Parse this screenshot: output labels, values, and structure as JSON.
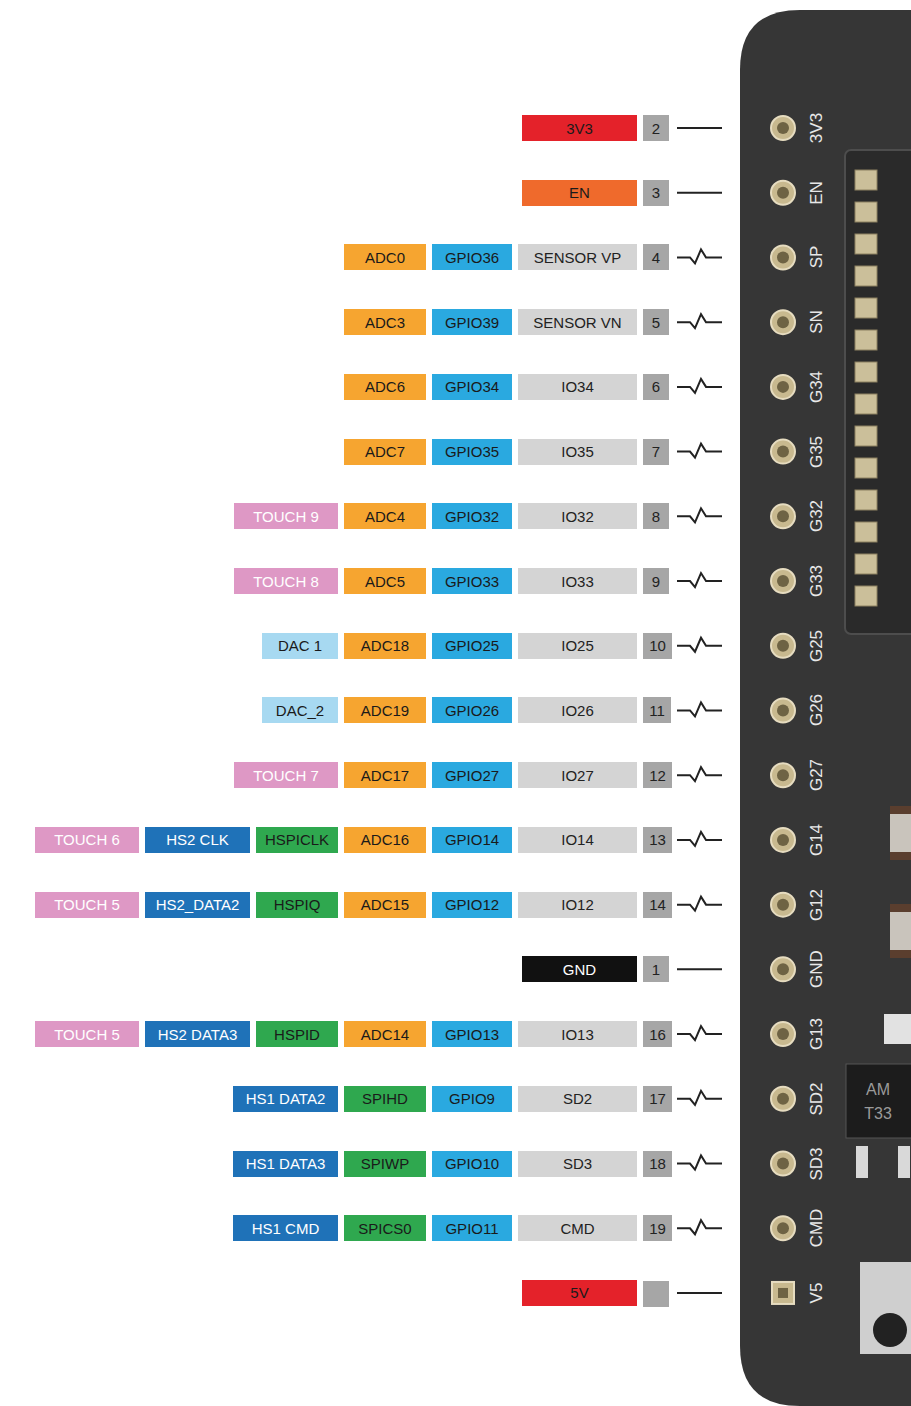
{
  "diagram": {
    "nodes": [
      {
        "text": [
          "3V3"
        ]
      },
      {
        "text": [
          "2"
        ]
      },
      {
        "text": [
          "EN"
        ]
      },
      {
        "text": [
          "3"
        ]
      },
      {
        "text": [
          "ADC0"
        ]
      },
      {
        "text": [
          "GPIO36"
        ]
      },
      {
        "text": [
          "SENSOR VP"
        ]
      },
      {
        "text": [
          "4"
        ]
      },
      {
        "text": [
          "ADC3"
        ]
      },
      {
        "text": [
          "GPIO39"
        ]
      },
      {
        "text": [
          "SENSOR VN"
        ]
      },
      {
        "text": [
          "5"
        ]
      },
      {
        "text": [
          "ADC6"
        ]
      },
      {
        "text": [
          "GPIO34"
        ]
      },
      {
        "text": [
          "IO34"
        ]
      },
      {
        "text": [
          "6"
        ]
      },
      {
        "text": [
          "ADC7"
        ]
      },
      {
        "text": [
          "GPIO35"
        ]
      },
      {
        "text": [
          "IO35"
        ]
      },
      {
        "text": [
          "7"
        ]
      },
      {
        "text": [
          "TOUCH 9"
        ]
      },
      {
        "text": [
          "ADC4"
        ]
      },
      {
        "text": [
          "GPIO32"
        ]
      },
      {
        "text": [
          "IO32"
        ]
      },
      {
        "text": [
          "8"
        ]
      },
      {
        "text": [
          "TOUCH 8"
        ]
      },
      {
        "text": [
          "ADC5"
        ]
      },
      {
        "text": [
          "GPIO33"
        ]
      },
      {
        "text": [
          "IO33"
        ]
      },
      {
        "text": [
          "9"
        ]
      },
      {
        "text": [
          "DAC 1"
        ]
      },
      {
        "text": [
          "ADC18"
        ]
      },
      {
        "text": [
          "GPIO25"
        ]
      },
      {
        "text": [
          "IO25"
        ]
      },
      {
        "text": [
          "10"
        ]
      },
      {
        "text": [
          "DAC_2"
        ]
      },
      {
        "text": [
          "ADC19"
        ]
      },
      {
        "text": [
          "GPIO26"
        ]
      },
      {
        "text": [
          "IO26"
        ]
      },
      {
        "text": [
          "11"
        ]
      },
      {
        "text": [
          "TOUCH 7"
        ]
      },
      {
        "text": [
          "ADC17"
        ]
      },
      {
        "text": [
          "GPIO27"
        ]
      },
      {
        "text": [
          "IO27"
        ]
      },
      {
        "text": [
          "12"
        ]
      },
      {
        "text": [
          "TOUCH 6"
        ]
      },
      {
        "text": [
          "HS2 CLK"
        ]
      },
      {
        "text": [
          "HSPICLK"
        ]
      },
      {
        "text": [
          "ADC16"
        ]
      },
      {
        "text": [
          "GPIO14"
        ]
      },
      {
        "text": [
          "IO14"
        ]
      },
      {
        "text": [
          "13"
        ]
      },
      {
        "text": [
          "TOUCH 5"
        ]
      },
      {
        "text": [
          "HS2_DATA2"
        ]
      },
      {
        "text": [
          "HSPIQ"
        ]
      },
      {
        "text": [
          "ADC15"
        ]
      },
      {
        "text": [
          "GPIO12"
        ]
      },
      {
        "text": [
          "IO12"
        ]
      },
      {
        "text": [
          "14"
        ]
      },
      {
        "text": [
          "GND"
        ]
      },
      {
        "text": [
          "1"
        ]
      },
      {
        "text": [
          "TOUCH 5"
        ]
      },
      {
        "text": [
          "HS2 DATA3"
        ]
      },
      {
        "text": [
          "HSPID"
        ]
      },
      {
        "text": [
          "ADC14"
        ]
      },
      {
        "text": [
          "GPIO13"
        ]
      },
      {
        "text": [
          "IO13"
        ]
      },
      {
        "text": [
          "16"
        ]
      },
      {
        "text": [
          "HS1 DATA2"
        ]
      },
      {
        "text": [
          "SPIHD"
        ]
      },
      {
        "text": [
          "GPIO9"
        ]
      },
      {
        "text": [
          "SD2"
        ]
      },
      {
        "text": [
          "17"
        ]
      },
      {
        "text": [
          "HS1 DATA3"
        ]
      },
      {
        "text": [
          "SPIWP"
        ]
      },
      {
        "text": [
          "GPIO10"
        ]
      },
      {
        "text": [
          "SD3"
        ]
      },
      {
        "text": [
          "18"
        ]
      },
      {
        "text": [
          "HS1 CMD"
        ]
      },
      {
        "text": [
          "SPICS0"
        ]
      },
      {
        "text": [
          "GPIO11"
        ]
      },
      {
        "text": [
          "CMD"
        ]
      },
      {
        "text": [
          "19"
        ]
      },
      {
        "text": [
          "5V"
        ]
      }
    ],
    "labels": [
      "3V3",
      "EN",
      "SP",
      "SN",
      "G34",
      "G35",
      "G32",
      "G33",
      "G25",
      "G26",
      "G27",
      "G14",
      "G12",
      "GND",
      "G13",
      "SD2",
      "SD3",
      "CMD",
      "V5",
      "AM",
      "T33"
    ]
  }
}
